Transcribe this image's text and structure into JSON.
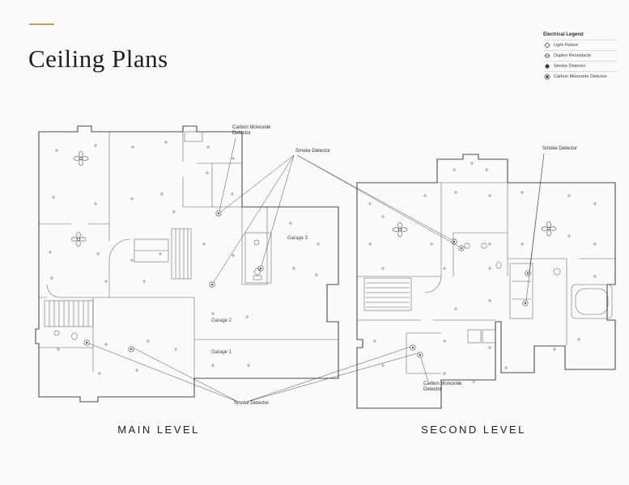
{
  "header": {
    "title": "Ceiling Plans"
  },
  "legend": {
    "title": "Electrical Legend",
    "items": [
      {
        "label": "Light Fixture"
      },
      {
        "label": "Duplex Receptacle"
      },
      {
        "label": "Smoke Detector"
      },
      {
        "label": "Carbon Monoxide Detector"
      }
    ]
  },
  "annotations": {
    "co_top_line1": "Carbon Monoxide",
    "co_top_line2": "Detector",
    "smoke_left": "Smoke Detector",
    "smoke_right": "Smoke Detector",
    "smoke_bottom": "Smoke Detector",
    "co_bottom_line1": "Carbon Monoxide",
    "co_bottom_line2": "Detector"
  },
  "rooms": {
    "garage1": "Garage 1",
    "garage2": "Garage 2",
    "garage3": "Garage 3"
  },
  "captions": {
    "main": "MAIN LEVEL",
    "second": "SECOND LEVEL"
  },
  "colors": {
    "accent": "#c2a064",
    "line": "#4e4a44",
    "background": "#fbfaf8"
  }
}
